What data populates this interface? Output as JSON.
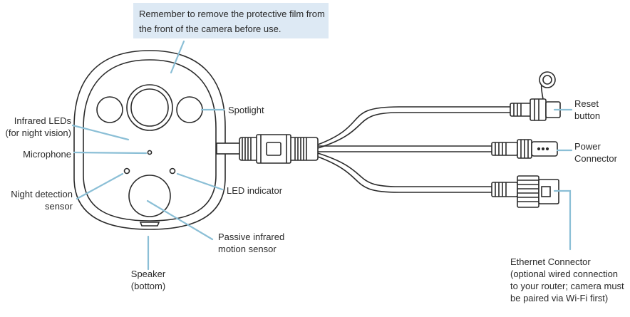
{
  "note": {
    "line1": "Remember to remove the protective film from",
    "line2": "the front of the camera before use."
  },
  "labels": {
    "infrared_leds": [
      "Infrared LEDs",
      "(for night vision)"
    ],
    "microphone": "Microphone",
    "night_detection": [
      "Night detection",
      "sensor"
    ],
    "speaker": [
      "Speaker",
      "(bottom)"
    ],
    "spotlight": "Spotlight",
    "led_indicator": "LED indicator",
    "pir": [
      "Passive infrared",
      "motion sensor"
    ],
    "reset": [
      "Reset",
      "button"
    ],
    "power": [
      "Power",
      "Connector"
    ],
    "ethernet": [
      "Ethernet Connector",
      "(optional wired connection",
      "to your router; camera must",
      "be paired via Wi-Fi first)"
    ]
  }
}
